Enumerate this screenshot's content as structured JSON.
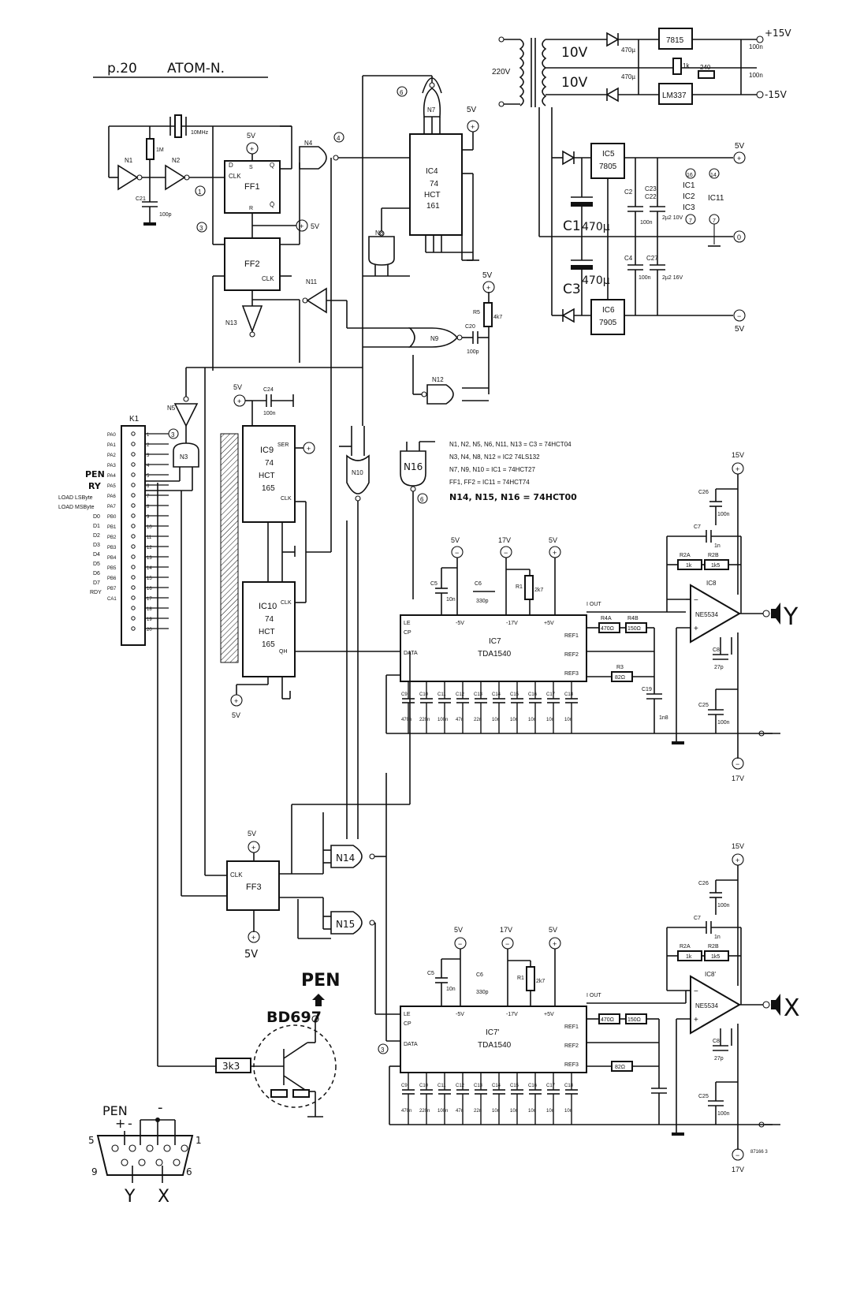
{
  "header": {
    "page": "p.20",
    "title": "ATOM-N."
  },
  "power": {
    "mains": "220V",
    "sec1": "10V",
    "sec2": "10V",
    "reg_pos": "7815",
    "reg_neg": "LM337",
    "out_pos": "+15V",
    "out_neg": "-15V",
    "c_a": "470µ",
    "c_b": "470µ",
    "c_c": "100n",
    "c_d": "100n",
    "r_a": "1k",
    "r_b": "240",
    "ic5": "IC5",
    "ic5_type": "7805",
    "ic6": "IC6",
    "ic6_type": "7905",
    "c1": "C1",
    "c1_val": "470µ",
    "c3": "C3",
    "c3_val": "470µ",
    "c2": "C2",
    "c2_val": "100n",
    "c22": "C22",
    "c23": "C23",
    "c23_val": "2µ2 10V",
    "c4": "C4",
    "c4_val": "100n",
    "c27": "C27",
    "c27_val": "2µ2 16V",
    "out5v": "5V",
    "out0": "0",
    "outm5v": "5V",
    "ic_list": [
      "IC1",
      "IC2",
      "IC3"
    ],
    "ic11": "IC11",
    "pin14": "14",
    "pin7": "7",
    "pin16": "16"
  },
  "clock": {
    "n1": "N1",
    "n2": "N2",
    "xtal": "10MHz",
    "r": "1M",
    "c21": "C21",
    "c21_val": "100p",
    "ff1": "FF1",
    "ff2": "FF2",
    "clk": "CLK",
    "q": "Q",
    "qbar": "Q̄",
    "d": "D",
    "s": "S",
    "r_pin": "R",
    "n4": "N4",
    "n13": "N13",
    "n11": "N11",
    "v5": "5V"
  },
  "counter": {
    "ic4": "IC4",
    "ic4_line1": "74",
    "ic4_line2": "HCT",
    "ic4_line3": "161",
    "n7": "N7",
    "n8": "N8",
    "n9": "N9",
    "n12": "N12",
    "r5": "R5",
    "r5_val": "4k7",
    "c20": "C20",
    "c20_val": "100p",
    "v5": "5V"
  },
  "connector": {
    "name": "K1",
    "labels": [
      "PA0",
      "PA1",
      "PA2",
      "PA3",
      "PA4",
      "PA5",
      "PA6",
      "PA7",
      "PB0",
      "PB1",
      "PB2",
      "PB3",
      "PB4",
      "PB5",
      "PB6",
      "PB7",
      "CA1"
    ],
    "pins": [
      "1",
      "2",
      "3",
      "4",
      "5",
      "6",
      "7",
      "8",
      "9",
      "10",
      "11",
      "12",
      "13",
      "14",
      "15",
      "16",
      "17",
      "18",
      "19",
      "20"
    ],
    "side": [
      "PEN",
      "RY",
      "LOAD LSByte",
      "LOAD MSByte",
      "D0",
      "D1",
      "D2",
      "D3",
      "D4",
      "D5",
      "D6",
      "D7",
      "RDY"
    ]
  },
  "shift": {
    "ic9": "IC9",
    "ic10": "IC10",
    "type1": "74",
    "type2": "HCT",
    "type3": "165",
    "c24": "C24",
    "c24_val": "100n",
    "ser": "SER",
    "qh": "QH",
    "clk": "CLK",
    "v5": "5V",
    "n5": "N5",
    "n3": "N3",
    "n10": "N10",
    "n16": "N16"
  },
  "legend": [
    "N1, N2, N5, N6, N11, N13 = C3 = 74HCT04",
    "N3, N4, N8, N12 = IC2 74LS132",
    "N7, N9, N10 = IC1 = 74HCT27",
    "FF1, FF2 = IC11 = 74HCT74",
    "N14, N15, N16 = 74HCT00"
  ],
  "dac_top": {
    "ic": "IC7",
    "type": "TDA1540",
    "pins_top": [
      "LE",
      "CP",
      "DATA",
      "-5V",
      "-17V",
      "+5V",
      "I OUT",
      "REF1",
      "REF2",
      "REF3"
    ],
    "c5": "C5",
    "c5_val": "10n",
    "c6": "C6",
    "c6_val": "330p",
    "r1": "R1",
    "r1_val": "2k7",
    "r4a": "R4A",
    "r4a_val": "470Ω",
    "r4b": "R4B",
    "r4b_val": "150Ω",
    "r3": "R3",
    "r3_val": "82Ω",
    "c19": "C19",
    "c19_val": "1n8",
    "caps": [
      "C9",
      "C10",
      "C11",
      "C12",
      "C13",
      "C14",
      "C15",
      "C16",
      "C17",
      "C18"
    ],
    "cap_vals": [
      "470n",
      "220n",
      "100n",
      "47n",
      "22n",
      "10n",
      "10n",
      "10n",
      "10n",
      "10n"
    ],
    "v5a": "5V",
    "v17": "17V",
    "v5b": "5V"
  },
  "amp_top": {
    "ic": "IC8",
    "type": "NE5534",
    "c7": "C7",
    "c7_val": "1n",
    "r2a": "R2A",
    "r2a_val": "1k",
    "r2b": "R2B",
    "r2b_val": "1k5",
    "c8": "C8",
    "c8_val": "27p",
    "c25": "C25",
    "c25_val": "100n",
    "c26": "C26",
    "c26_val": "100n",
    "v15": "15V",
    "vm17": "17V",
    "out": "Y"
  },
  "ff3": {
    "name": "FF3",
    "v5": "5V",
    "n14": "N14",
    "n15": "N15",
    "clk": "CLK"
  },
  "dac_bot": {
    "ic": "IC7'",
    "type": "TDA1540",
    "v5a": "5V",
    "v17": "17V",
    "v5b": "5V",
    "r4a_val": "470Ω",
    "r4b_val": "150Ω",
    "r3_val": "82Ω"
  },
  "amp_bot": {
    "ic": "IC8'",
    "type": "NE5534",
    "r2a_val": "1k",
    "r2b_val": "1k5",
    "v15": "15V",
    "vm17": "17V",
    "out": "X"
  },
  "pen": {
    "label": "PEN",
    "transistor": "BD697",
    "resistor": "3k3",
    "connector": "PEN",
    "plus": "+",
    "minus": "-",
    "pin5": "5",
    "pin1": "1",
    "pin9": "9",
    "pin6": "6",
    "y": "Y",
    "x": "X",
    "ref": "87166 3"
  }
}
